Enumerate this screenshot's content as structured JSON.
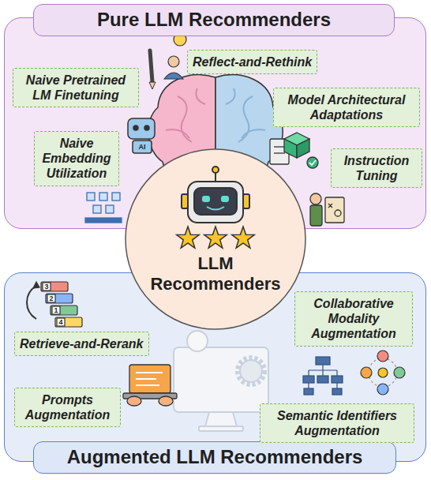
{
  "diagram": {
    "nodes": [
      {
        "text": [
          "Pure LLM Recommenders"
        ]
      },
      {
        "text": [
          "Reflect-and-Rethink"
        ],
        "in": 0
      },
      {
        "text": [
          "Naive Pretrained LM Finetuning"
        ],
        "in": 0
      },
      {
        "text": [
          "Model Architectural Adaptations"
        ],
        "in": 0
      },
      {
        "text": [
          "Naive Embedding Utilization"
        ],
        "in": 0
      },
      {
        "text": [
          "Instruction Tuning"
        ],
        "in": 0
      },
      {
        "text": [
          "LLM Recommenders"
        ]
      },
      {
        "text": [
          "Augmented LLM Recommenders"
        ]
      },
      {
        "text": [
          "Collaborative Modality Augmentation"
        ],
        "in": 7
      },
      {
        "text": [
          "Retrieve-and-Rerank"
        ],
        "in": 7
      },
      {
        "text": [
          "Prompts Augmentation"
        ],
        "in": 7
      },
      {
        "text": [
          "Semantic Identifiers Augmentation"
        ],
        "in": 7
      }
    ],
    "labels": [
      "AI",
      "3",
      "2",
      "1",
      "4"
    ]
  }
}
